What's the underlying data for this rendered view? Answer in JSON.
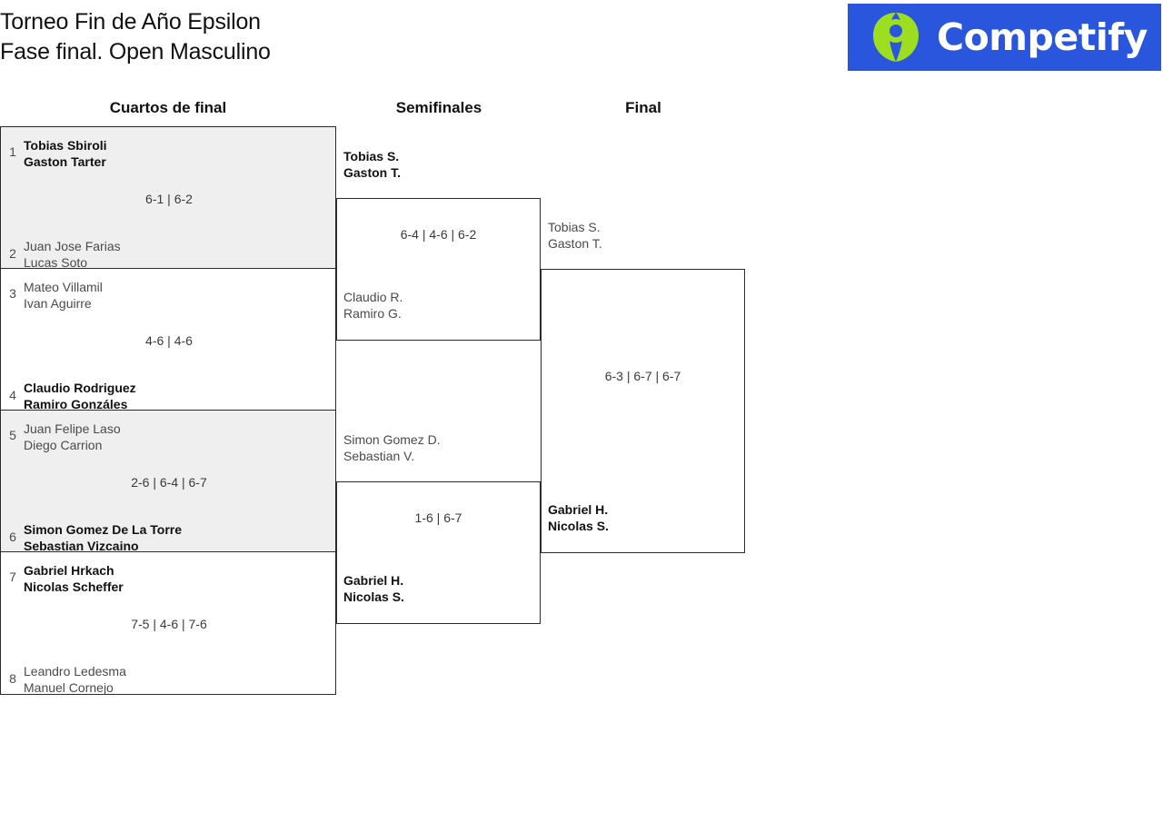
{
  "header": {
    "title_line1": "Torneo Fin de Año Epsilon",
    "title_line2": "Fase final. Open Masculino",
    "logo": {
      "brand_name": "Competify",
      "icon": "competify-person-icon",
      "background_color": "#2a56dd",
      "mark_color": "#9ede20",
      "text_color": "#ffffff"
    }
  },
  "rounds": [
    {
      "label": "Cuartos de final"
    },
    {
      "label": "Semifinales"
    },
    {
      "label": "Final"
    }
  ],
  "bracket": {
    "quarterfinals": [
      {
        "shaded": true,
        "score": "6-1 | 6-2",
        "top": {
          "seed": "1",
          "player1": "Tobias Sbiroli",
          "player2": "Gaston Tarter",
          "result": "winner"
        },
        "bottom": {
          "seed": "2",
          "player1": "Juan Jose Farias",
          "player2": "Lucas Soto",
          "result": "loser"
        }
      },
      {
        "shaded": false,
        "score": "4-6 | 4-6",
        "top": {
          "seed": "3",
          "player1": "Mateo Villamil",
          "player2": "Ivan Aguirre",
          "result": "loser"
        },
        "bottom": {
          "seed": "4",
          "player1": "Claudio Rodriguez",
          "player2": "Ramiro Gonzáles",
          "result": "winner"
        }
      },
      {
        "shaded": true,
        "score": "2-6 | 6-4 | 6-7",
        "top": {
          "seed": "5",
          "player1": "Juan Felipe Laso",
          "player2": "Diego Carrion",
          "result": "loser"
        },
        "bottom": {
          "seed": "6",
          "player1": "Simon Gomez De La Torre",
          "player2": "Sebastian Vizcaino",
          "result": "winner"
        }
      },
      {
        "shaded": false,
        "score": "7-5 | 4-6 | 7-6",
        "top": {
          "seed": "7",
          "player1": "Gabriel Hrkach",
          "player2": "Nicolas Scheffer",
          "result": "winner"
        },
        "bottom": {
          "seed": "8",
          "player1": "Leandro Ledesma",
          "player2": "Manuel Cornejo",
          "result": "loser"
        }
      }
    ],
    "semifinals": [
      {
        "score": "6-4 | 4-6 | 6-2",
        "top": {
          "player1": "Tobias S.",
          "player2": "Gaston T.",
          "result": "winner"
        },
        "bottom": {
          "player1": "Claudio R.",
          "player2": "Ramiro G.",
          "result": "loser"
        }
      },
      {
        "score": "1-6 | 6-7",
        "top": {
          "player1": "Simon Gomez D.",
          "player2": "Sebastian V.",
          "result": "loser"
        },
        "bottom": {
          "player1": "Gabriel H.",
          "player2": "Nicolas S.",
          "result": "winner"
        }
      }
    ],
    "final": {
      "score": "6-3 | 6-7 | 6-7",
      "top": {
        "player1": "Tobias S.",
        "player2": "Gaston T.",
        "result": "loser"
      },
      "bottom": {
        "player1": "Gabriel H.",
        "player2": "Nicolas S.",
        "result": "winner"
      }
    }
  }
}
